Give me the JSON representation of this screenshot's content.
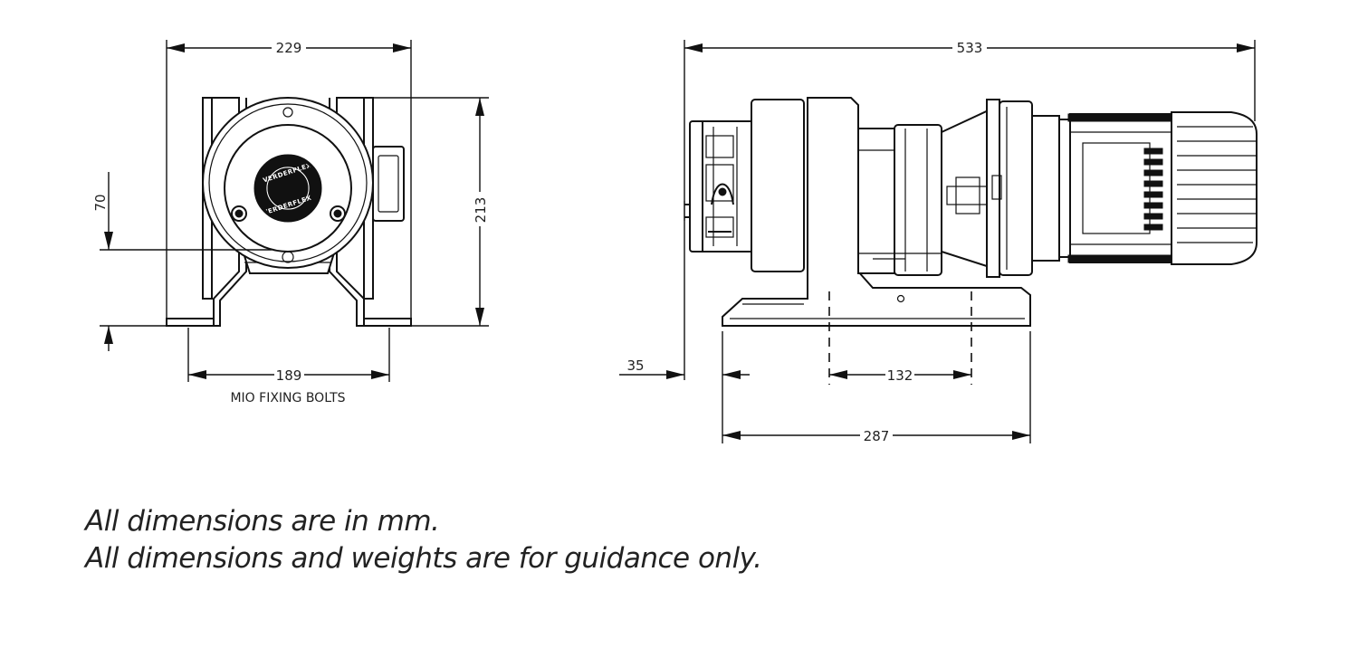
{
  "dimensions": {
    "front_width": "229",
    "front_height": "213",
    "shaft_height": "70",
    "fixing_bolts_span": "189",
    "overall_length": "533",
    "offset": "35",
    "base_bolt_span": "132",
    "base_length": "287"
  },
  "labels": {
    "fixing_bolts": "MIO FIXING BOLTS",
    "logo_text": "VERDERFLEX"
  },
  "notes": {
    "units": "All dimensions are in mm.",
    "guidance": "All dimensions and weights are for guidance only."
  }
}
